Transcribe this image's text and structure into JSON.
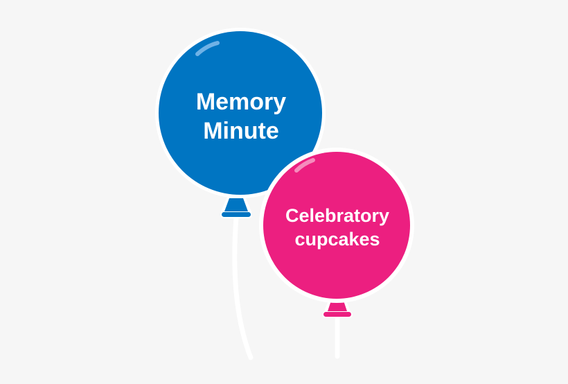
{
  "balloons": [
    {
      "id": "memory-minute",
      "color": "#0075c2",
      "text_lines": [
        "Memory",
        "Minute"
      ]
    },
    {
      "id": "celebratory-cupcakes",
      "color": "#ec1f80",
      "text_lines": [
        "Celebratory",
        "cupcakes"
      ]
    }
  ],
  "colors": {
    "background": "#f6f6f6",
    "outline": "#ffffff",
    "string": "#ffffff"
  }
}
